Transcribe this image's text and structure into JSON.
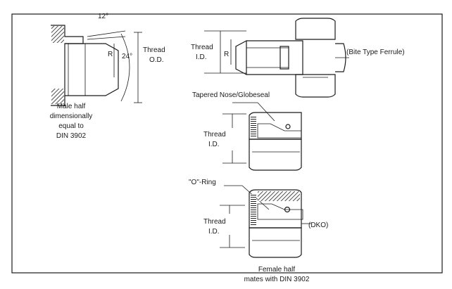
{
  "labels": {
    "angle_12": "12°",
    "angle_24": "24°",
    "r_male": "R",
    "thread_od_1": "Thread",
    "thread_od_2": "O.D.",
    "male_caption_1": "Male half",
    "male_caption_2": "dimensionally",
    "male_caption_3": "equal to",
    "male_caption_4": "DIN 3902",
    "bite_thread_1": "Thread",
    "bite_thread_2": "I.D.",
    "bite_r": "R",
    "bite_caption": "(Bite Type Ferrule)",
    "tapered_caption": "Tapered Nose/Globeseal",
    "tapered_thread_1": "Thread",
    "tapered_thread_2": "I.D.",
    "oring_caption": "\"O\"-Ring",
    "oring_thread_1": "Thread",
    "oring_thread_2": "I.D.",
    "dko_caption": "(DKO)",
    "female_caption_1": "Female half",
    "female_caption_2": "mates with DIN 3902"
  }
}
